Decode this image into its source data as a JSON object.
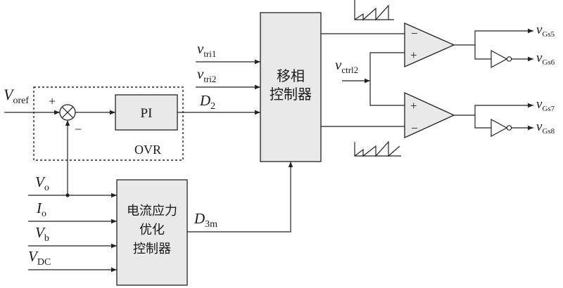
{
  "blocks": {
    "pi": "PI",
    "ovr": "OVR",
    "phase_shift_line1": "移相",
    "phase_shift_line2": "控制器",
    "optimizer_line1": "电流应力",
    "optimizer_line2": "优化",
    "optimizer_line3": "控制器"
  },
  "signs": {
    "sum_plus": "+",
    "sum_minus": "−",
    "cmp1_minus": "−",
    "cmp1_plus": "+",
    "cmp2_plus": "+",
    "cmp2_minus": "−"
  },
  "signals": {
    "voref": {
      "main": "V",
      "sub": "oref"
    },
    "vtri1": {
      "main": "v",
      "sub": "tri1"
    },
    "vtri2": {
      "main": "v",
      "sub": "tri2"
    },
    "d2": {
      "main": "D",
      "sub": "2"
    },
    "d3m": {
      "main": "D",
      "sub": "3m"
    },
    "vo": {
      "main": "V",
      "sub": "o"
    },
    "io": {
      "main": "I",
      "sub": "o"
    },
    "vb": {
      "main": "V",
      "sub": "b"
    },
    "vdc": {
      "main": "V",
      "sub": "DC"
    },
    "vctrl2": {
      "main": "v",
      "sub": "ctrl2"
    },
    "vgs5": {
      "main": "v",
      "sub": "Gs5"
    },
    "vgs6": {
      "main": "v",
      "sub": "Gs6"
    },
    "vgs7": {
      "main": "v",
      "sub": "Gs7"
    },
    "vgs8": {
      "main": "v",
      "sub": "Gs8"
    }
  }
}
